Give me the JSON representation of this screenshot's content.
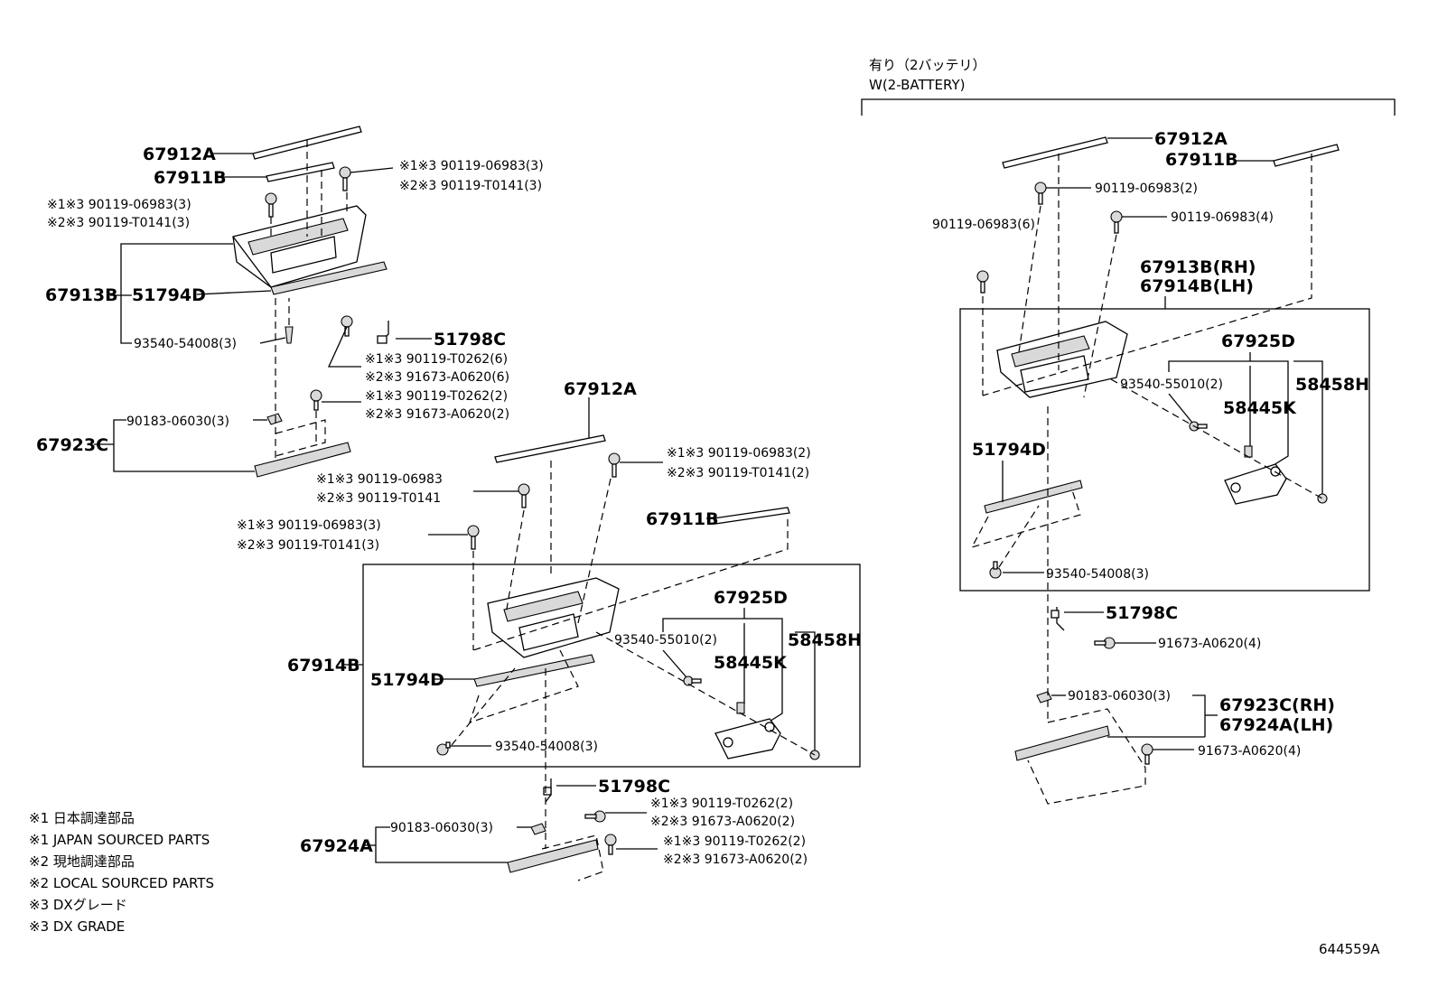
{
  "variant": {
    "title_jp": "有り（2バッテリ）",
    "title_en": "W(2-BATTERY)"
  },
  "parts": {
    "p67912A": "67912A",
    "p67911B": "67911B",
    "p67913B": "67913B",
    "p51794D": "51794D",
    "p93540_54008_3": "93540-54008(3)",
    "p51798C": "51798C",
    "p67923C": "67923C",
    "p90183_06030_3": "90183-06030(3)",
    "p67914B": "67914B",
    "p67925D": "67925D",
    "p93540_55010_2": "93540-55010(2)",
    "p58445K": "58445K",
    "p58458H": "58458H",
    "p67924A": "67924A",
    "p90119_06983_2": "90119-06983(2)",
    "p90119_06983_6": "90119-06983(6)",
    "p90119_06983_4": "90119-06983(4)",
    "p67913B_RH": "67913B(RH)",
    "p67914B_LH": "67914B(LH)",
    "p91673_A0620_4": "91673-A0620(4)",
    "p67923C_RH": "67923C(RH)",
    "p67924A_LH": "67924A(LH)"
  },
  "callouts": {
    "c1": "※1※3 90119-06983(3)",
    "c2": "※2※3 90119-T0141(3)",
    "c3": "※1※3 90119-06983(3)",
    "c4": "※2※3 90119-T0141(3)",
    "c5": "※1※3 90119-T0262(6)",
    "c6": "※2※3 91673-A0620(6)",
    "c7": "※1※3 90119-T0262(2)",
    "c8": "※2※3 91673-A0620(2)",
    "c9": "※1※3 90119-06983(2)",
    "c10": "※2※3 90119-T0141(2)",
    "c11": "※1※3 90119-06983",
    "c12": "※2※3 90119-T0141",
    "c13": "※1※3 90119-06983(3)",
    "c14": "※2※3 90119-T0141(3)",
    "c15": "※1※3 90119-T0262(2)",
    "c16": "※2※3 91673-A0620(2)",
    "c17": "※1※3 90119-T0262(2)",
    "c18": "※2※3 91673-A0620(2)"
  },
  "notes": [
    "※1 日本調達部品",
    "※1 JAPAN SOURCED PARTS",
    "※2 現地調達部品",
    "※2 LOCAL SOURCED PARTS",
    "※3 DXグレード",
    "※3 DX GRADE"
  ],
  "diagram_id": "644559A"
}
